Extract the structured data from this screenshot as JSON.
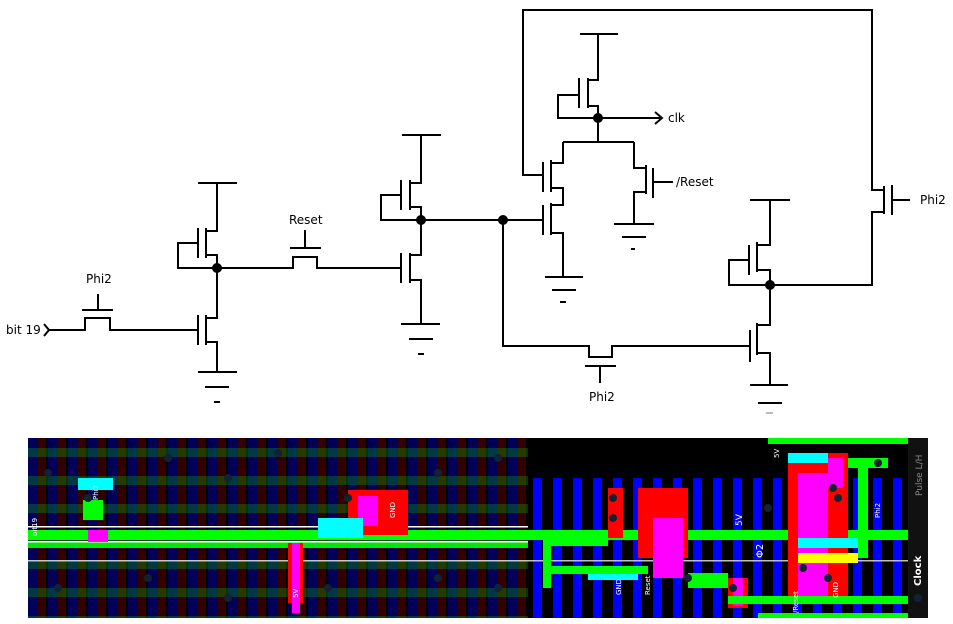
{
  "schematic": {
    "input_label": "bit 19",
    "pass_gate_1_label": "Phi2",
    "pass_gate_2_label": "Reset",
    "pass_gate_3_label": "Phi2",
    "output_label": "clk",
    "reset_gate_label": "/Reset",
    "feedback_gate_label": "Phi2"
  },
  "layout": {
    "colors": {
      "background": "#000000",
      "metal": "#0000ff",
      "poly": "#00ff00",
      "diffusion": "#ff0000",
      "contact": "#ff00ff",
      "overlap": "#00ffff",
      "wire": "#ffffff"
    },
    "labels": {
      "bit": "bit19",
      "phi2_left": "Phi2",
      "gnd_1": "GND",
      "vcc_1": "5V",
      "vcc_2": "5V",
      "gnd_2": "GND",
      "reset": "Reset",
      "vcc_3": "5V",
      "phi2_symbol": "Φ2",
      "not_reset": "/Reset",
      "gnd_3": "GND",
      "phi2_right": "Phi2",
      "pulse": "Pulse L/H",
      "clock": "Clock"
    }
  }
}
